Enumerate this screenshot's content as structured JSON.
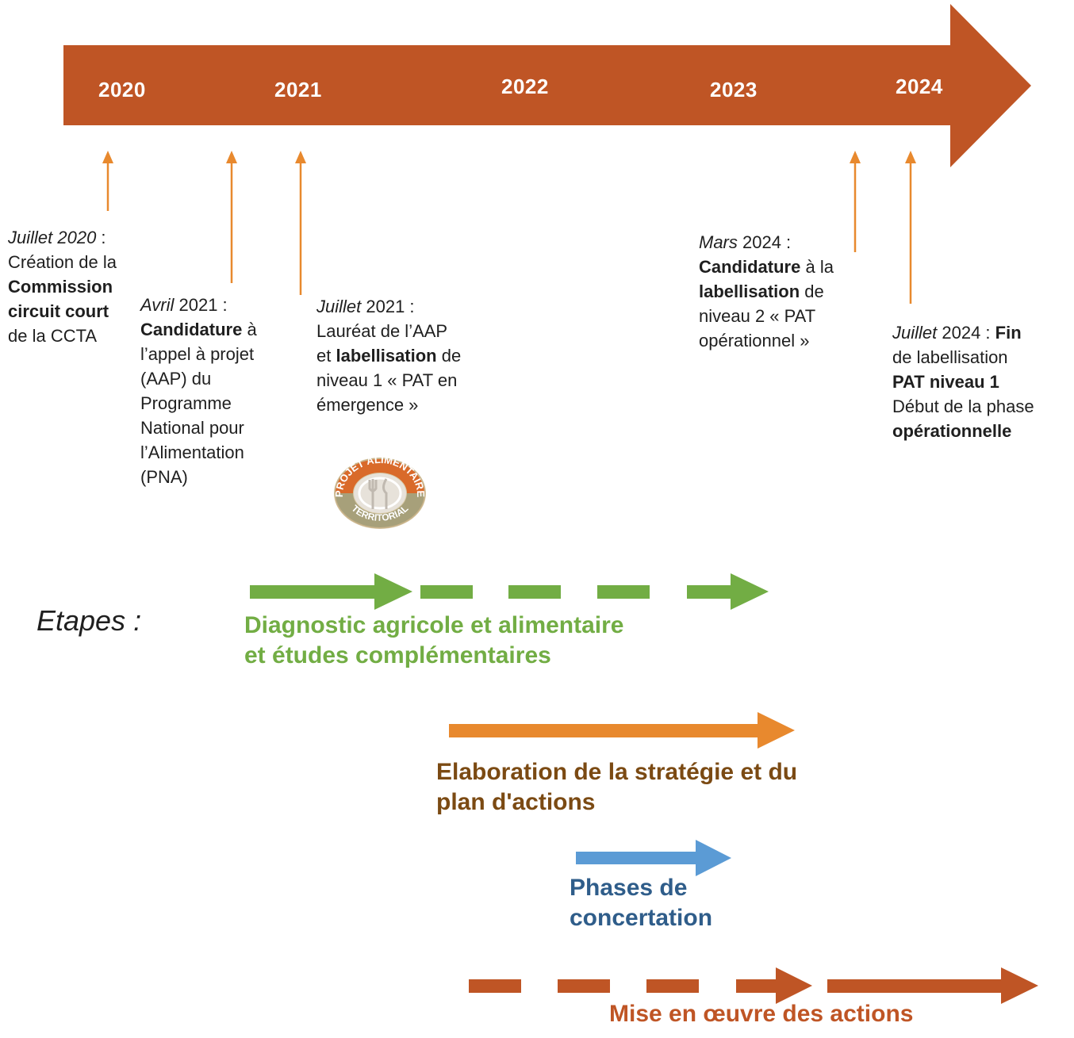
{
  "timeline": {
    "years": [
      "2020",
      "2021",
      "2022",
      "2023",
      "2024"
    ],
    "colors": {
      "arrow": "#bf5525",
      "pointer": "#e8892e"
    }
  },
  "events": [
    {
      "lines": [
        [
          {
            "t": "Juillet 2020",
            "s": "i"
          },
          {
            "t": " :"
          }
        ],
        [
          {
            "t": "Création de la"
          }
        ],
        [
          {
            "t": "Commission",
            "s": "b"
          }
        ],
        [
          {
            "t": "circuit court",
            "s": "b"
          }
        ],
        [
          {
            "t": "de la CCTA"
          }
        ]
      ]
    },
    {
      "lines": [
        [
          {
            "t": "Avril",
            "s": "i"
          },
          {
            "t": " 2021 :"
          }
        ],
        [
          {
            "t": "Candidature",
            "s": "b"
          },
          {
            "t": " à"
          }
        ],
        [
          {
            "t": "l’appel à projet"
          }
        ],
        [
          {
            "t": "(AAP) du"
          }
        ],
        [
          {
            "t": "Programme"
          }
        ],
        [
          {
            "t": "National pour"
          }
        ],
        [
          {
            "t": "l’Alimentation"
          }
        ],
        [
          {
            "t": "(PNA)"
          }
        ]
      ]
    },
    {
      "lines": [
        [
          {
            "t": "Juillet",
            "s": "i"
          },
          {
            "t": " 2021 :"
          }
        ],
        [
          {
            "t": "Lauréat de l’AAP"
          }
        ],
        [
          {
            "t": "et "
          },
          {
            "t": "labellisation",
            "s": "b"
          },
          {
            "t": " de"
          }
        ],
        [
          {
            "t": "niveau 1 « PAT en"
          }
        ],
        [
          {
            "t": "émergence »"
          }
        ]
      ]
    },
    {
      "lines": [
        [
          {
            "t": "Mars",
            "s": "i"
          },
          {
            "t": " 2024 :"
          }
        ],
        [
          {
            "t": "Candidature",
            "s": "b"
          },
          {
            "t": " à la"
          }
        ],
        [
          {
            "t": "labellisation",
            "s": "b"
          },
          {
            "t": " de"
          }
        ],
        [
          {
            "t": "niveau 2 « PAT"
          }
        ],
        [
          {
            "t": "opérationnel »"
          }
        ]
      ]
    },
    {
      "lines": [
        [
          {
            "t": "Juillet",
            "s": "i"
          },
          {
            "t": " 2024 : "
          },
          {
            "t": "Fin",
            "s": "b"
          }
        ],
        [
          {
            "t": "de labellisation"
          }
        ],
        [
          {
            "t": "PAT niveau 1",
            "s": "b"
          }
        ],
        [
          {
            "t": "Début de la phase"
          }
        ],
        [
          {
            "t": "opérationnelle",
            "s": "b"
          }
        ]
      ]
    }
  ],
  "logo": {
    "text_top": "PROJET ALIMENTAIRE",
    "text_bottom": "TERRITORIAL"
  },
  "steps_title": "Etapes :",
  "steps": [
    {
      "label_lines": [
        "Diagnostic agricole et alimentaire",
        "et études complémentaires"
      ],
      "color": "#72ad44"
    },
    {
      "label_lines": [
        "Elaboration de la stratégie et du",
        "plan d'actions"
      ],
      "color": "#7b4a13",
      "arrow_color": "#e8892e"
    },
    {
      "label_lines": [
        "Phases de",
        "concertation"
      ],
      "color": "#2f5d8a",
      "arrow_color": "#5b9bd5"
    },
    {
      "label_lines": [
        "Mise en œuvre des actions"
      ],
      "color": "#bf5525"
    }
  ]
}
